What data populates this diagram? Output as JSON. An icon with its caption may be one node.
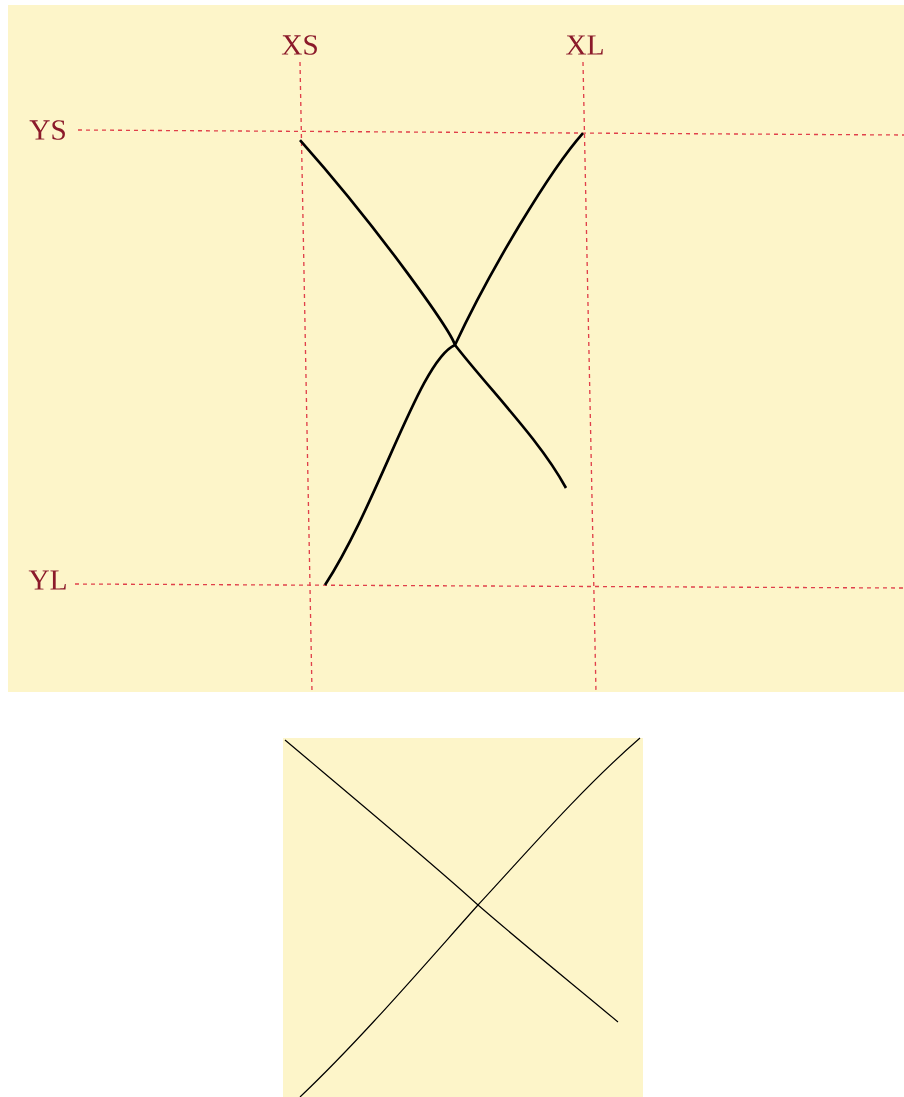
{
  "diagram": {
    "labels": [
      "XS",
      "XL",
      "YS",
      "YL"
    ]
  }
}
